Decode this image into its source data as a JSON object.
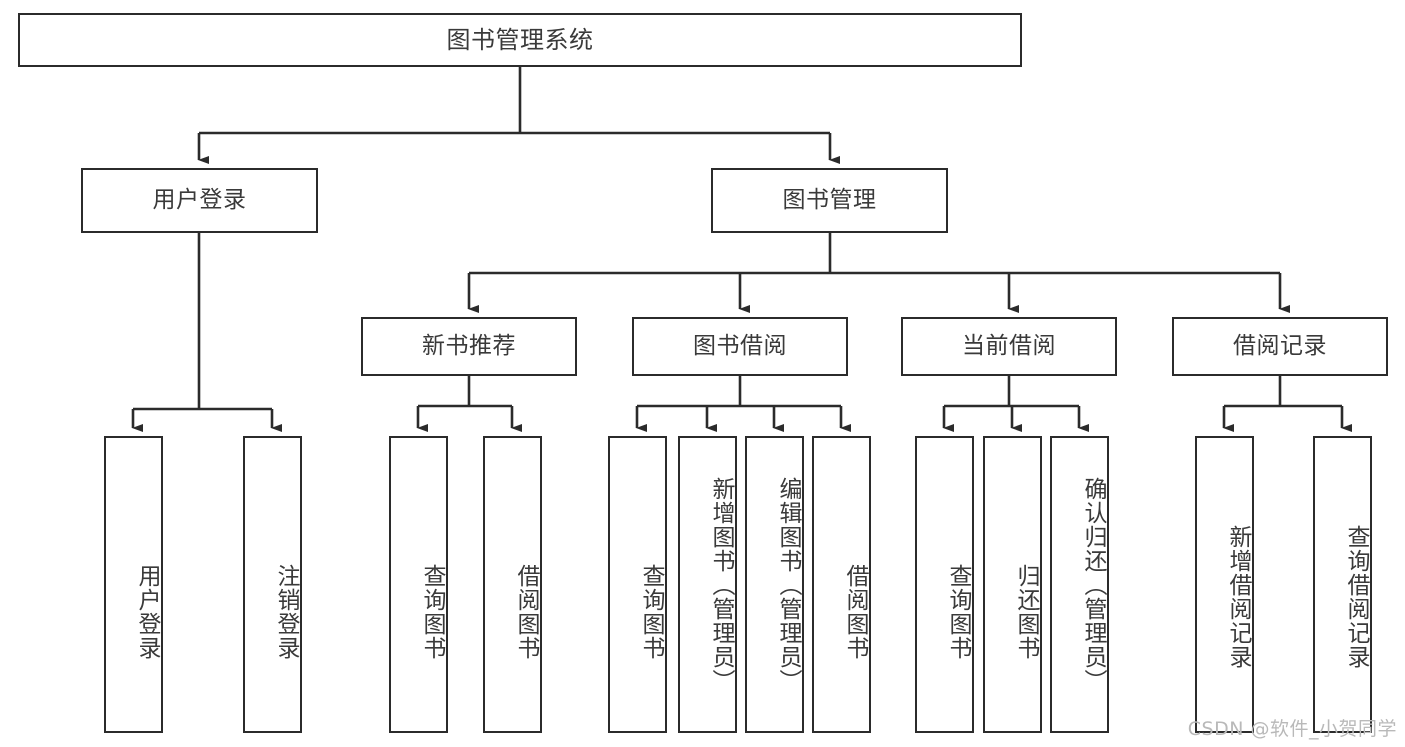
{
  "diagram": {
    "title": "图书管理系统",
    "type": "tree",
    "watermark": "CSDN @软件_小贺同学",
    "line_color": "#2b2b2b",
    "box_border_color": "#2b2b2b",
    "box_fill_color": "#ffffff",
    "text_color": "#3a3a3a",
    "levels": {
      "root": {
        "label": "图书管理系统"
      },
      "level2": [
        {
          "id": "user-login",
          "label": "用户登录"
        },
        {
          "id": "book-management",
          "label": "图书管理"
        }
      ],
      "level3": [
        {
          "id": "new-book-recommend",
          "label": "新书推荐",
          "parent": "book-management"
        },
        {
          "id": "book-borrow",
          "label": "图书借阅",
          "parent": "book-management"
        },
        {
          "id": "current-borrow",
          "label": "当前借阅",
          "parent": "book-management"
        },
        {
          "id": "borrow-record",
          "label": "借阅记录",
          "parent": "book-management"
        }
      ],
      "leaves": {
        "user-login": [
          {
            "id": "leaf-user-login",
            "label": "用户登录"
          },
          {
            "id": "leaf-user-logout",
            "label": "注销登录"
          }
        ],
        "new-book-recommend": [
          {
            "id": "leaf-query-book-1",
            "label": "查询图书"
          },
          {
            "id": "leaf-borrow-book-1",
            "label": "借阅图书"
          }
        ],
        "book-borrow": [
          {
            "id": "leaf-query-book-2",
            "label": "查询图书"
          },
          {
            "id": "leaf-add-book",
            "label": "新增图书（管理员）"
          },
          {
            "id": "leaf-edit-book",
            "label": "编辑图书（管理员）"
          },
          {
            "id": "leaf-borrow-book-2",
            "label": "借阅图书"
          }
        ],
        "current-borrow": [
          {
            "id": "leaf-query-book-3",
            "label": "查询图书"
          },
          {
            "id": "leaf-return-book",
            "label": "归还图书"
          },
          {
            "id": "leaf-confirm-return",
            "label": "确认归还（管理员）"
          }
        ],
        "borrow-record": [
          {
            "id": "leaf-add-record",
            "label": "新增借阅记录"
          },
          {
            "id": "leaf-query-record",
            "label": "查询借阅记录"
          }
        ]
      }
    }
  }
}
